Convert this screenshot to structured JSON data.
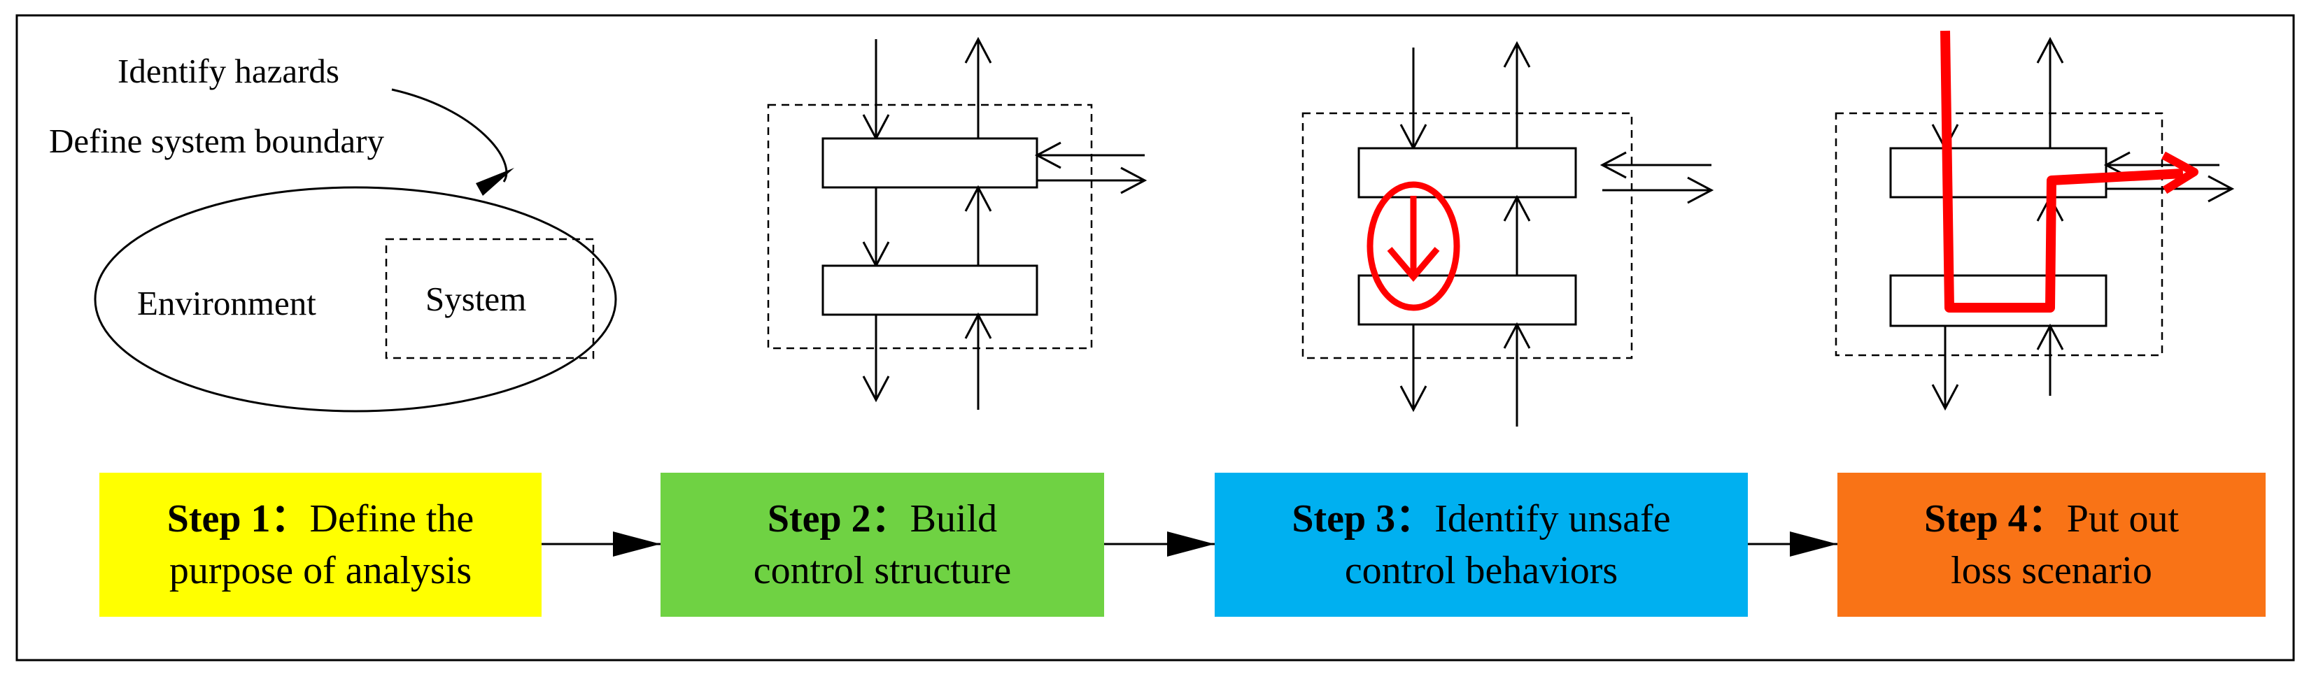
{
  "panel1": {
    "identify_hazards": "Identify hazards",
    "define_boundary": "Define system boundary",
    "environment": "Environment",
    "system": "System"
  },
  "steps": [
    {
      "title": "Step 1：",
      "line1_rest": "Define the",
      "line2": "purpose of analysis",
      "color": "#ffff00"
    },
    {
      "title": "Step 2：",
      "line1_rest": "Build",
      "line2": "control structure",
      "color": "#6fd243"
    },
    {
      "title": "Step 3：",
      "line1_rest": "Identify unsafe",
      "line2": "control behaviors",
      "color": "#00b0f0"
    },
    {
      "title": "Step 4：",
      "line1_rest": "Put out",
      "line2": "loss scenario",
      "color": "#f97316"
    }
  ],
  "colors": {
    "highlight": "#ff0000",
    "frame": "#000000"
  }
}
